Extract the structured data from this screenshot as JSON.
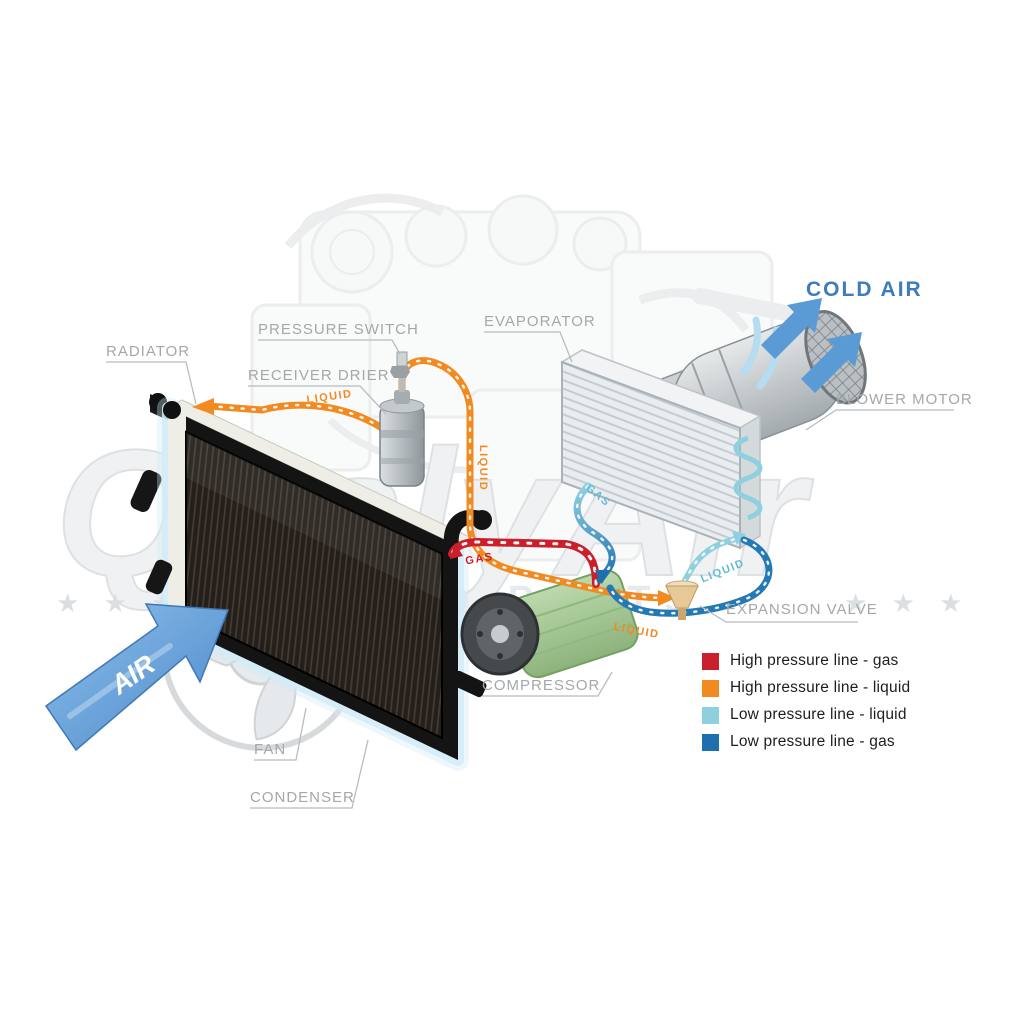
{
  "diagram": {
    "labels": {
      "radiator": "RADIATOR",
      "pressure_switch": "PRESSURE SWITCH",
      "receiver_drier": "RECEIVER DRIER",
      "evaporator": "EVAPORATOR",
      "blower_motor": "BLOWER MOTOR",
      "cold_air": "COLD AIR",
      "expansion_valve": "EXPANSION VALVE",
      "compressor": "COMPRESSOR",
      "fan": "FAN",
      "condenser": "CONDENSER",
      "air": "AIR"
    },
    "flow_labels": {
      "liquid_condenser": "LIQUID",
      "liquid_drop": "LIQUID",
      "liquid_to_valve": "LIQUID",
      "liquid_to_evaporator": "LIQUID",
      "gas_high_pressure": "GAS",
      "gas_low_pressure": "GAS"
    },
    "legend": {
      "items": [
        {
          "label": "High pressure line - gas",
          "color": "#c9202c"
        },
        {
          "label": "High pressure line - liquid",
          "color": "#f18a21"
        },
        {
          "label": "Low pressure line - liquid",
          "color": "#8fd0df"
        },
        {
          "label": "Low pressure line -  gas",
          "color": "#1d6fae"
        }
      ]
    },
    "watermark": {
      "brand": "QualyAir",
      "line2": "AUTO PARTS",
      "stars_left": "★ ★ ★ ★",
      "stars_right": "★ ★ ★"
    },
    "colors": {
      "high_pressure_gas": "#c9202c",
      "high_pressure_liquid": "#f18a21",
      "low_pressure_liquid": "#8fd0df",
      "low_pressure_gas": "#1d6fae",
      "air_arrow": "#5b9bd5",
      "cold_air_text": "#3e7cbc",
      "label_text": "#a4a8ab",
      "condenser_glow": "#cfeaf7"
    }
  }
}
